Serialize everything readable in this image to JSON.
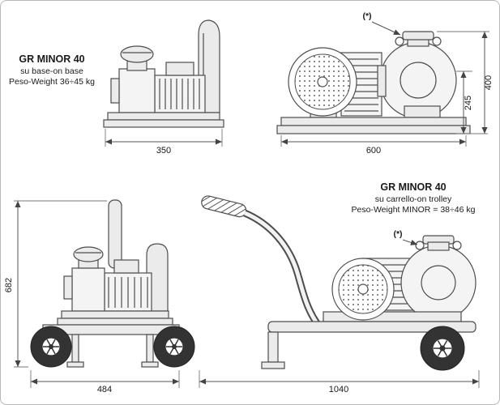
{
  "figure": {
    "title": "GR MINOR 40 pump dimensional drawing"
  },
  "base_version": {
    "title": "GR MINOR 40",
    "subtitle": "su base-on base",
    "weight": "Peso-Weight 36÷45 kg",
    "dim_width_front": "350",
    "dim_length_side": "600",
    "dim_height_total": "400",
    "dim_height_port": "245",
    "note_marker": "(*)"
  },
  "trolley_version": {
    "title": "GR MINOR 40",
    "subtitle": "su carrello-on trolley",
    "weight": "Peso-Weight  MINOR = 38÷46 kg",
    "dim_height_front": "682",
    "dim_width_front": "484",
    "dim_length_side": "1040",
    "note_marker": "(*)"
  }
}
